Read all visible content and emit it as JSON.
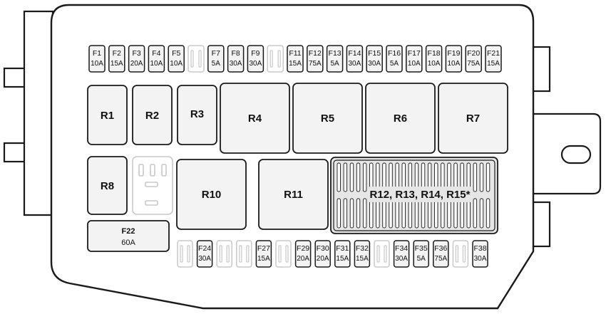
{
  "fuses_top": [
    {
      "id": "F1",
      "amp": "10A"
    },
    {
      "id": "F2",
      "amp": "15A"
    },
    {
      "id": "F3",
      "amp": "20A"
    },
    {
      "id": "F4",
      "amp": "10A"
    },
    {
      "id": "F5",
      "amp": "10A"
    },
    {
      "id": "",
      "amp": "",
      "empty": true
    },
    {
      "id": "F7",
      "amp": "5A"
    },
    {
      "id": "F8",
      "amp": "30A"
    },
    {
      "id": "F9",
      "amp": "30A"
    },
    {
      "id": "",
      "amp": "",
      "empty": true
    },
    {
      "id": "F11",
      "amp": "15A"
    },
    {
      "id": "F12",
      "amp": "75A"
    },
    {
      "id": "F13",
      "amp": "5A"
    },
    {
      "id": "F14",
      "amp": "30A"
    },
    {
      "id": "F15",
      "amp": "30A"
    },
    {
      "id": "F16",
      "amp": "5A"
    },
    {
      "id": "F17",
      "amp": "10A"
    },
    {
      "id": "F18",
      "amp": "10A"
    },
    {
      "id": "F19",
      "amp": "10A"
    },
    {
      "id": "F20",
      "amp": "75A"
    },
    {
      "id": "F21",
      "amp": "15A"
    }
  ],
  "fuses_bottom": [
    {
      "id": "",
      "amp": "",
      "empty": true
    },
    {
      "id": "F24",
      "amp": "30A"
    },
    {
      "id": "",
      "amp": "",
      "empty": true
    },
    {
      "id": "",
      "amp": "",
      "empty": true
    },
    {
      "id": "F27",
      "amp": "15A"
    },
    {
      "id": "",
      "amp": "",
      "empty": true
    },
    {
      "id": "F29",
      "amp": "20A"
    },
    {
      "id": "F30",
      "amp": "20A"
    },
    {
      "id": "F31",
      "amp": "15A"
    },
    {
      "id": "F32",
      "amp": "15A"
    },
    {
      "id": "",
      "amp": "",
      "empty": true
    },
    {
      "id": "F34",
      "amp": "30A"
    },
    {
      "id": "F35",
      "amp": "5A"
    },
    {
      "id": "F36",
      "amp": "75A"
    },
    {
      "id": "",
      "amp": "",
      "empty": true
    },
    {
      "id": "F38",
      "amp": "30A"
    }
  ],
  "relays": {
    "r1": "R1",
    "r2": "R2",
    "r3": "R3",
    "r4": "R4",
    "r5": "R5",
    "r6": "R6",
    "r7": "R7",
    "r8": "R8",
    "r10": "R10",
    "r11": "R11",
    "r12_15": "R12, R13, R14, R15*"
  },
  "big_fuse": {
    "id": "F22",
    "amp": "60A"
  },
  "colors": {
    "outline": "#1a1a1a",
    "empty_slot": "#c8c8c8",
    "fill": "#f3f3f3",
    "module_fill": "#e6e6e6"
  }
}
